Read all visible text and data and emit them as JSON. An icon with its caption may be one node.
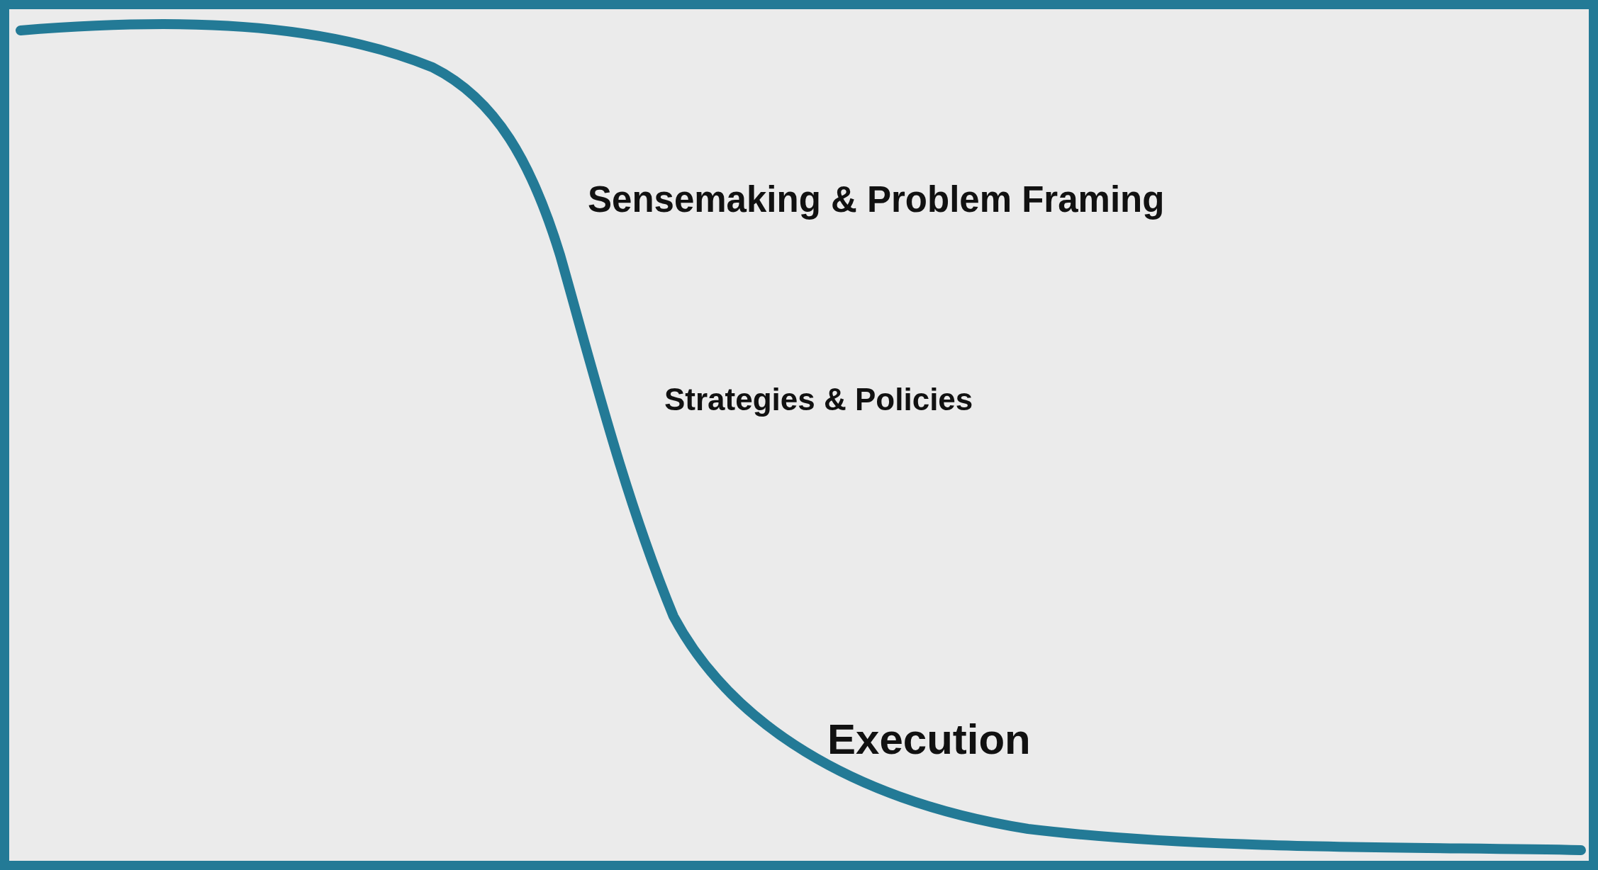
{
  "diagram": {
    "labels": [
      "Sensemaking & Problem Framing",
      "Strategies & Policies",
      "Execution"
    ]
  }
}
